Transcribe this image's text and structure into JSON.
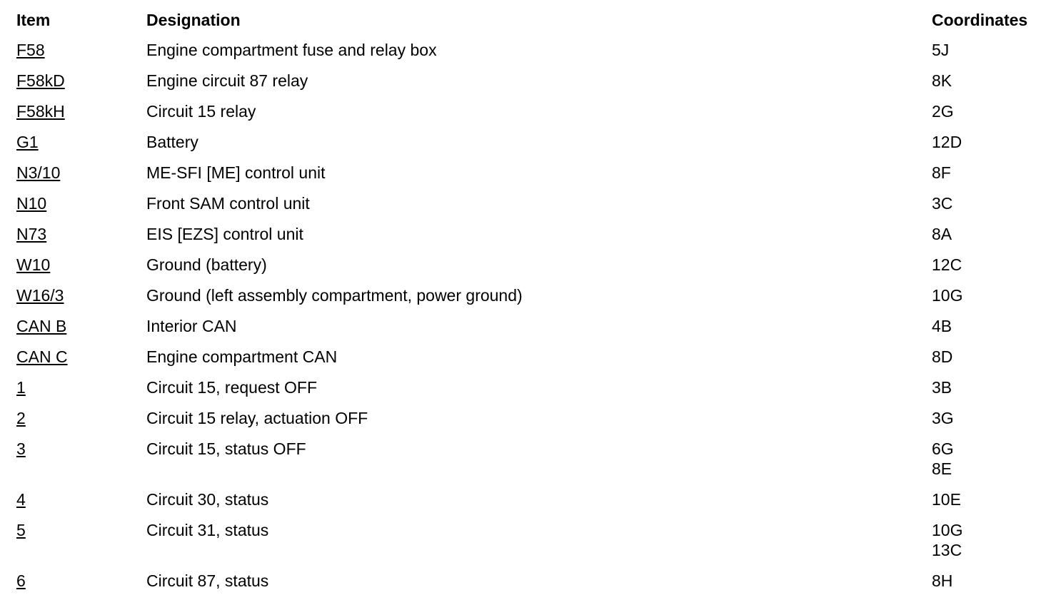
{
  "headers": {
    "item": "Item",
    "designation": "Designation",
    "coordinates": "Coordinates"
  },
  "rows": [
    {
      "item": "F58",
      "designation": "Engine compartment fuse and relay box",
      "coordinates": [
        "5J"
      ]
    },
    {
      "item": "F58kD",
      "designation": "Engine circuit 87 relay",
      "coordinates": [
        "8K"
      ]
    },
    {
      "item": "F58kH",
      "designation": "Circuit 15 relay",
      "coordinates": [
        "2G"
      ]
    },
    {
      "item": "G1",
      "designation": "Battery",
      "coordinates": [
        "12D"
      ]
    },
    {
      "item": "N3/10",
      "designation": "ME-SFI [ME] control unit",
      "coordinates": [
        "8F"
      ]
    },
    {
      "item": "N10",
      "designation": "Front SAM control unit",
      "coordinates": [
        "3C"
      ]
    },
    {
      "item": "N73",
      "designation": "EIS [EZS] control unit",
      "coordinates": [
        "8A"
      ]
    },
    {
      "item": "W10",
      "designation": "Ground (battery)",
      "coordinates": [
        "12C"
      ]
    },
    {
      "item": "W16/3",
      "designation": "Ground (left assembly compartment, power ground)",
      "coordinates": [
        "10G"
      ]
    },
    {
      "item": "CAN B",
      "designation": "Interior CAN",
      "coordinates": [
        "4B"
      ]
    },
    {
      "item": "CAN C",
      "designation": "Engine compartment CAN",
      "coordinates": [
        "8D"
      ]
    },
    {
      "item": "1",
      "designation": "Circuit 15, request OFF",
      "coordinates": [
        "3B"
      ]
    },
    {
      "item": "2",
      "designation": "Circuit 15 relay, actuation OFF",
      "coordinates": [
        "3G"
      ]
    },
    {
      "item": "3",
      "designation": "Circuit 15, status OFF",
      "coordinates": [
        "6G",
        "8E"
      ]
    },
    {
      "item": "4",
      "designation": "Circuit 30, status",
      "coordinates": [
        "10E"
      ]
    },
    {
      "item": "5",
      "designation": "Circuit 31, status",
      "coordinates": [
        "10G",
        "13C"
      ]
    },
    {
      "item": "6",
      "designation": "Circuit 87, status",
      "coordinates": [
        "8H"
      ]
    }
  ]
}
